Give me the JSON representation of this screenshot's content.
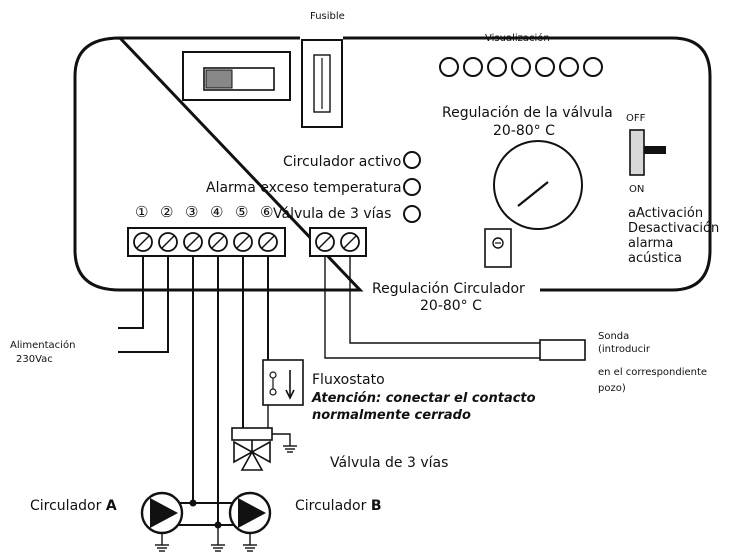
{
  "diagram": {
    "fuse_label": "Fusible",
    "display_label": "Visualización",
    "valve_regulation": {
      "line1": "Regulación de la válvula",
      "line2": "20-80° C"
    },
    "switch": {
      "off_label": "OFF",
      "on_label": "ON",
      "desc_lines": [
        "aActivación",
        "Desactivación",
        "alarma",
        "acústica"
      ]
    },
    "indicators": [
      "Circulador activo",
      "Alarma exceso temperatura",
      "Válvula de 3 vías"
    ],
    "terminal_numbers": [
      "①",
      "②",
      "③",
      "④",
      "⑤",
      "⑥"
    ],
    "circ_regulation": {
      "line1": "Regulación Circulador",
      "line2": "20-80° C"
    },
    "power": {
      "line1": "Alimentación",
      "line2": "230Vac"
    },
    "probe_lines": [
      "Sonda",
      "(introducir",
      "en el correspondiente",
      "pozo)"
    ],
    "flow_switch": {
      "label": "Fluxostato",
      "attention_line1": "Atención: conectar el contacto",
      "attention_line2": "normalmente cerrado"
    },
    "three_way_valve_label": "Válvula de 3 vías",
    "circulator_a": {
      "prefix": "Circulador ",
      "letter": "A"
    },
    "circulator_b": {
      "prefix": "Circulador ",
      "letter": "B"
    }
  }
}
